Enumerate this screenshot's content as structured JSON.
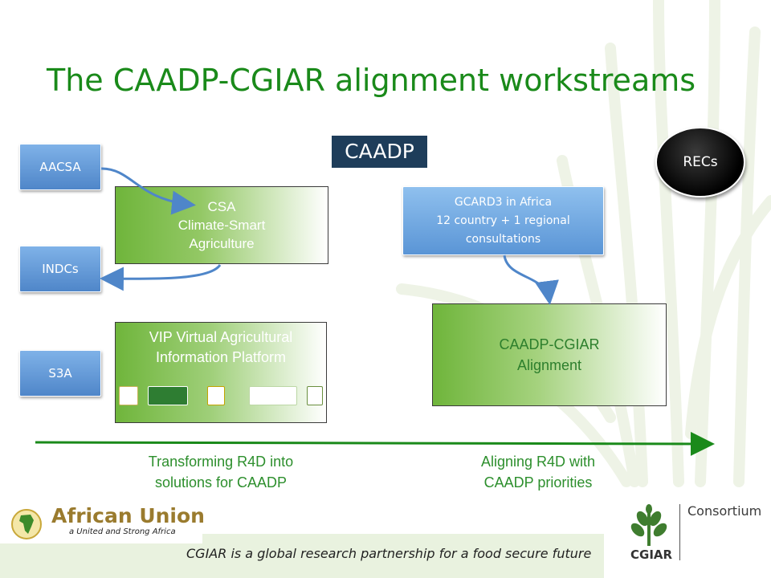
{
  "title": "The CAADP-CGIAR alignment workstreams",
  "caadp_logo": "CAADP",
  "buttons": {
    "aacsa": "AACSA",
    "indcs": "INDCs",
    "s3a": "S3A"
  },
  "csa": {
    "line1": "CSA",
    "line2": "Climate-Smart",
    "line3": "Agriculture"
  },
  "vip": {
    "line1": "VIP Virtual Agricultural",
    "line2": "Information Platform"
  },
  "gcard": {
    "line1": "GCARD3  in Africa",
    "line2": "12 country + 1 regional",
    "line3": "consultations"
  },
  "alignment": {
    "line1": "CAADP-CGIAR",
    "line2": "Alignment"
  },
  "recs": "RECs",
  "captions": {
    "left_line1": "Transforming R4D into",
    "left_line2": "solutions for CAADP",
    "right_line1": "Aligning R4D with",
    "right_line2": "CAADP priorities"
  },
  "footer": {
    "au_name": "African Union",
    "au_tagline": "a United and Strong Africa",
    "tagline": "CGIAR is a global research partnership for a food secure future",
    "cgiar": "CGIAR",
    "consortium": "Consortium"
  },
  "colors": {
    "title_green": "#1a8a1a",
    "button_blue": "#4f86c9",
    "box_green": "#6fb53b",
    "arrow_blue": "#4f86c9",
    "timeline_green": "#1a8a1a",
    "caadp_navy": "#1e3d5a"
  }
}
